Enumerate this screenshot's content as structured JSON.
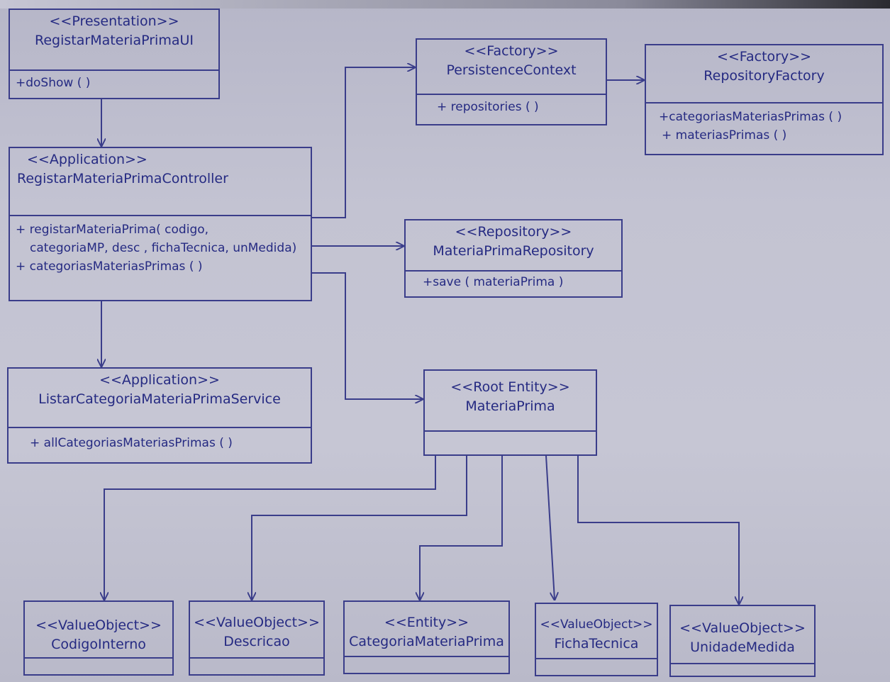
{
  "classes": {
    "registar_ui": {
      "stereotype": "<<Presentation>>",
      "name": "RegistarMateriaPrimaUI",
      "ops": [
        "+doShow ( )"
      ]
    },
    "controller": {
      "stereotype": "<<Application>>",
      "name": "RegistarMateriaPrimaController",
      "ops": [
        "+ registarMateriaPrima( codigo,",
        "categoriaMP, desc , fichaTecnica, unMedida)",
        "+ categoriasMateriasPrimas ( )"
      ]
    },
    "service": {
      "stereotype": "<<Application>>",
      "name": "ListarCategoriaMateriaPrimaService",
      "ops": [
        "+ allCategoriasMateriasPrimas ( )"
      ]
    },
    "persistence": {
      "stereotype": "<<Factory>>",
      "name": "PersistenceContext",
      "ops": [
        "+ repositories ( )"
      ]
    },
    "repo_factory": {
      "stereotype": "<<Factory>>",
      "name": "RepositoryFactory",
      "ops": [
        "+categoriasMateriasPrimas ( )",
        "+ materiasPrimas ( )"
      ]
    },
    "repository": {
      "stereotype": "<<Repository>>",
      "name": "MateriaPrimaRepository",
      "ops": [
        "+save ( materiaPrima )"
      ]
    },
    "materia_prima": {
      "stereotype": "<<Root Entity>>",
      "name": "MateriaPrima",
      "ops": []
    },
    "codigo_interno": {
      "stereotype": "<<ValueObject>>",
      "name": "CodigoInterno"
    },
    "descricao": {
      "stereotype": "<<ValueObject>>",
      "name": "Descricao"
    },
    "categoria": {
      "stereotype": "<<Entity>>",
      "name": "CategoriaMateriaPrima"
    },
    "ficha_tecnica": {
      "stereotype": "<<ValueObject>>",
      "name": "FichaTecnica"
    },
    "unidade_medida": {
      "stereotype": "<<ValueObject>>",
      "name": "UnidadeMedida"
    }
  },
  "colors": {
    "ink": "#252a82",
    "line": "#3a3d8a",
    "paper": "#c3c3d2"
  }
}
